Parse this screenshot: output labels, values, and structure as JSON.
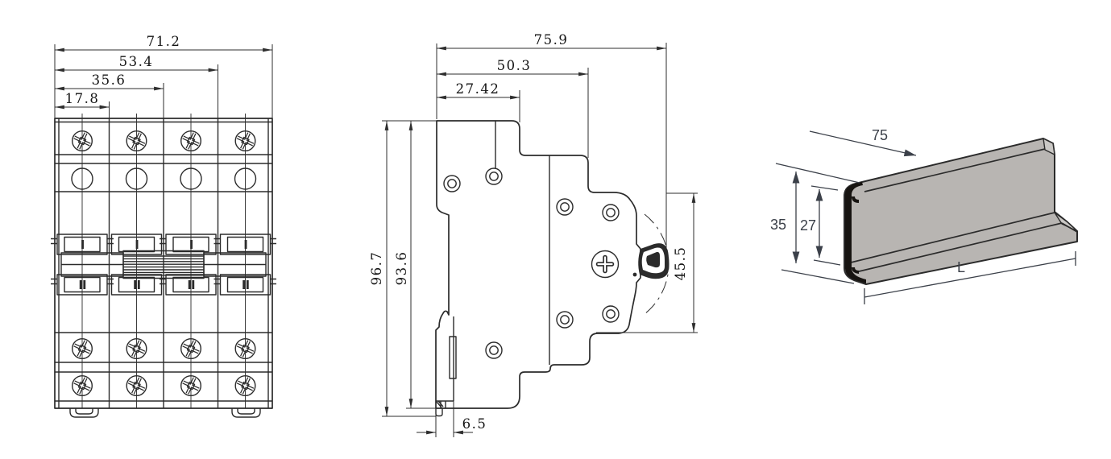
{
  "front_view": {
    "dims": {
      "overall_width": "71.2",
      "three_pole_width": "53.4",
      "two_pole_width": "35.6",
      "pole_width": "17.8"
    },
    "marks": {
      "on": "I",
      "off": "II"
    }
  },
  "side_view": {
    "dims": {
      "overall_depth": "75.9",
      "mid_depth": "50.3",
      "top_depth": "27.42",
      "overall_height": "96.7",
      "body_height": "93.6",
      "front_face_height": "45.5",
      "clip_width": "6.5"
    }
  },
  "din_rail": {
    "dims": {
      "width": "75",
      "height": "35",
      "inner_height": "27",
      "length": "L"
    }
  },
  "colors": {
    "background": "#ffffff",
    "line": "#2b2b2b",
    "dim_line": "#2e2e2e",
    "text": "#141414",
    "rail_fill": "#b8b5b2",
    "rail_fill_light": "#cac8c5",
    "rail_section": "#171411",
    "rail_text": "#3b4049"
  }
}
